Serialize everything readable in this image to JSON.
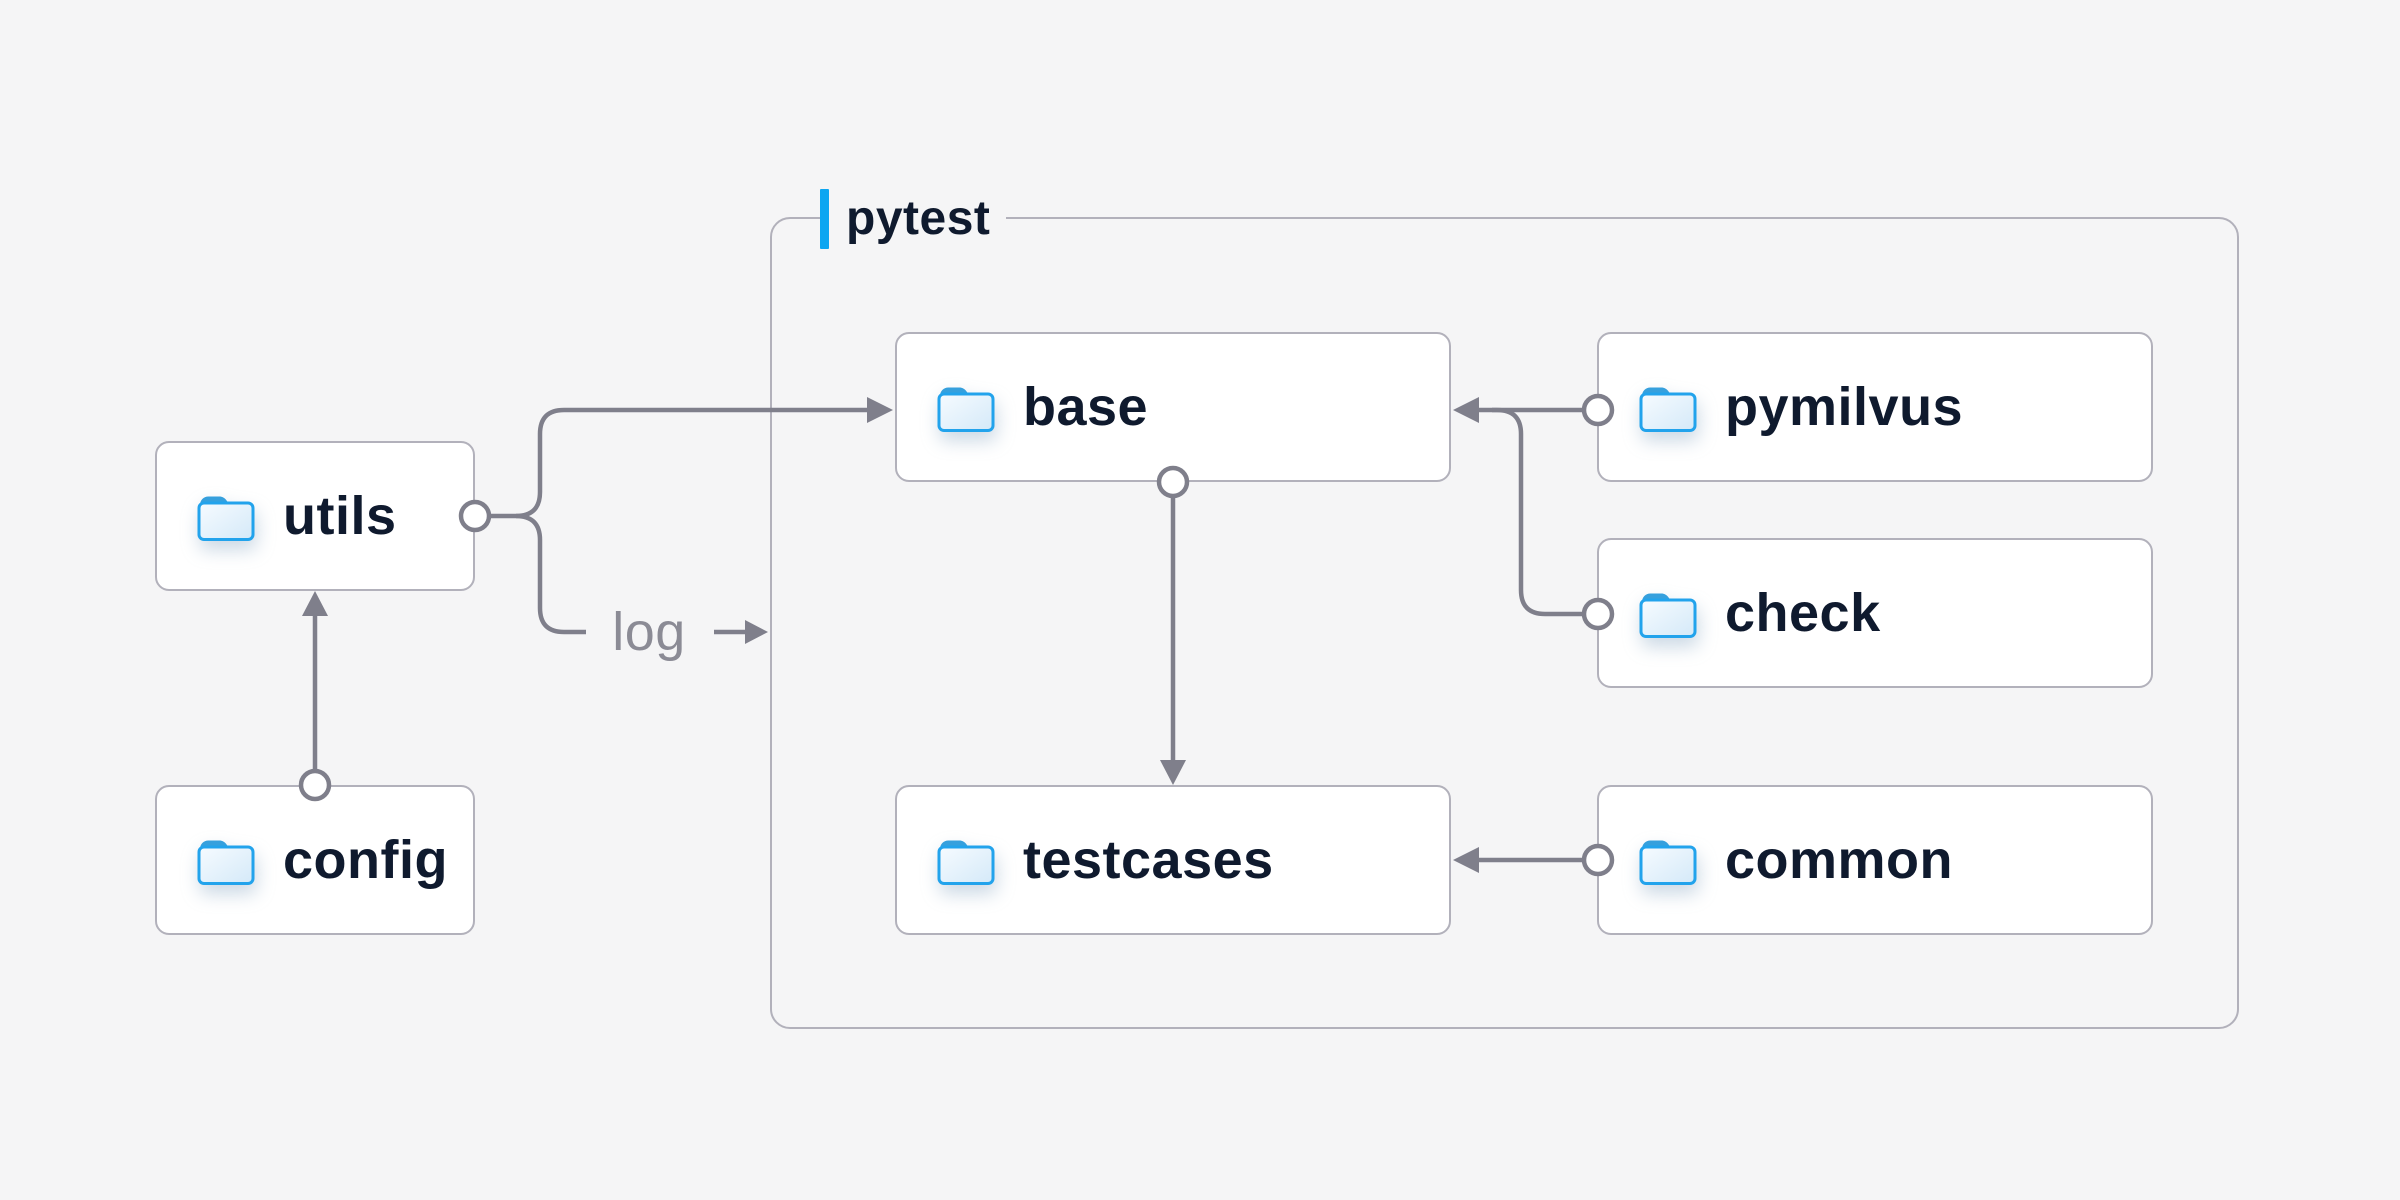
{
  "group": {
    "label": "pytest"
  },
  "nodes": {
    "utils": {
      "label": "utils",
      "icon": "folder-icon"
    },
    "config": {
      "label": "config",
      "icon": "folder-icon"
    },
    "base": {
      "label": "base",
      "icon": "folder-icon"
    },
    "pymilvus": {
      "label": "pymilvus",
      "icon": "folder-icon"
    },
    "check": {
      "label": "check",
      "icon": "folder-icon"
    },
    "testcases": {
      "label": "testcases",
      "icon": "folder-icon"
    },
    "common": {
      "label": "common",
      "icon": "folder-icon"
    }
  },
  "edges": {
    "log": {
      "label": "log"
    },
    "relations": [
      {
        "from": "config",
        "to": "utils"
      },
      {
        "from": "utils",
        "to": "base"
      },
      {
        "from": "utils",
        "to": "log"
      },
      {
        "from": "base",
        "to": "testcases"
      },
      {
        "from": "pymilvus",
        "to": "base"
      },
      {
        "from": "check",
        "to": "base"
      },
      {
        "from": "common",
        "to": "testcases"
      }
    ]
  },
  "colors": {
    "background": "#f5f5f6",
    "node_bg": "#ffffff",
    "node_border": "#b2b1bb",
    "wire_gray": "#7f7f8b",
    "label_navy": "#0f1a2e",
    "log_gray": "#8b8b95",
    "accent_blue": "#0ca6f1",
    "folder_stroke": "#22a3ec",
    "folder_tab": "#36a0dd",
    "folder_fill_light": "#f6fbff",
    "folder_fill_dark": "#d4e9f8"
  }
}
